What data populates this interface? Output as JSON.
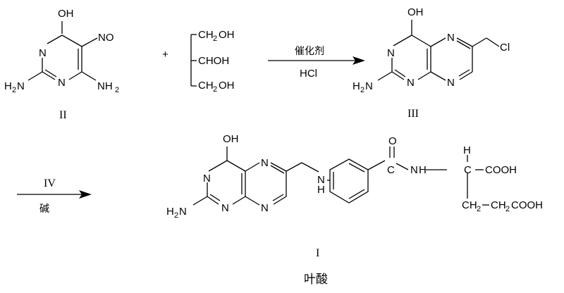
{
  "compounds": {
    "c2": {
      "OH": "OH",
      "NO": "NO",
      "N": "N",
      "H2N_H": "H",
      "H2N_2": "2",
      "H2N_N": "N",
      "NH2_N": "NH",
      "NH2_2": "2",
      "label": "II"
    },
    "glycerol": {
      "plus": "+",
      "CH2OH_top": "CH",
      "two": "2",
      "OH": "OH",
      "CHOH": "CHOH",
      "CH2OH_bot": "CH"
    },
    "arrow1": {
      "above": "催化剂",
      "below": "HCl"
    },
    "c3": {
      "OH": "OH",
      "N": "N",
      "Cl": "Cl",
      "H": "H",
      "two": "2",
      "label": "III"
    },
    "arrow2": {
      "above": "IV",
      "below": "碱"
    },
    "c1": {
      "OH": "OH",
      "N": "N",
      "H": "H",
      "two": "2",
      "NH_N": "N",
      "NH_H": "H",
      "O": "O",
      "C": "C",
      "CH_H": "H",
      "COOH": "COOH",
      "CH2": "CH",
      "CH2b": "CH",
      "label": "I",
      "name": "叶酸"
    }
  }
}
